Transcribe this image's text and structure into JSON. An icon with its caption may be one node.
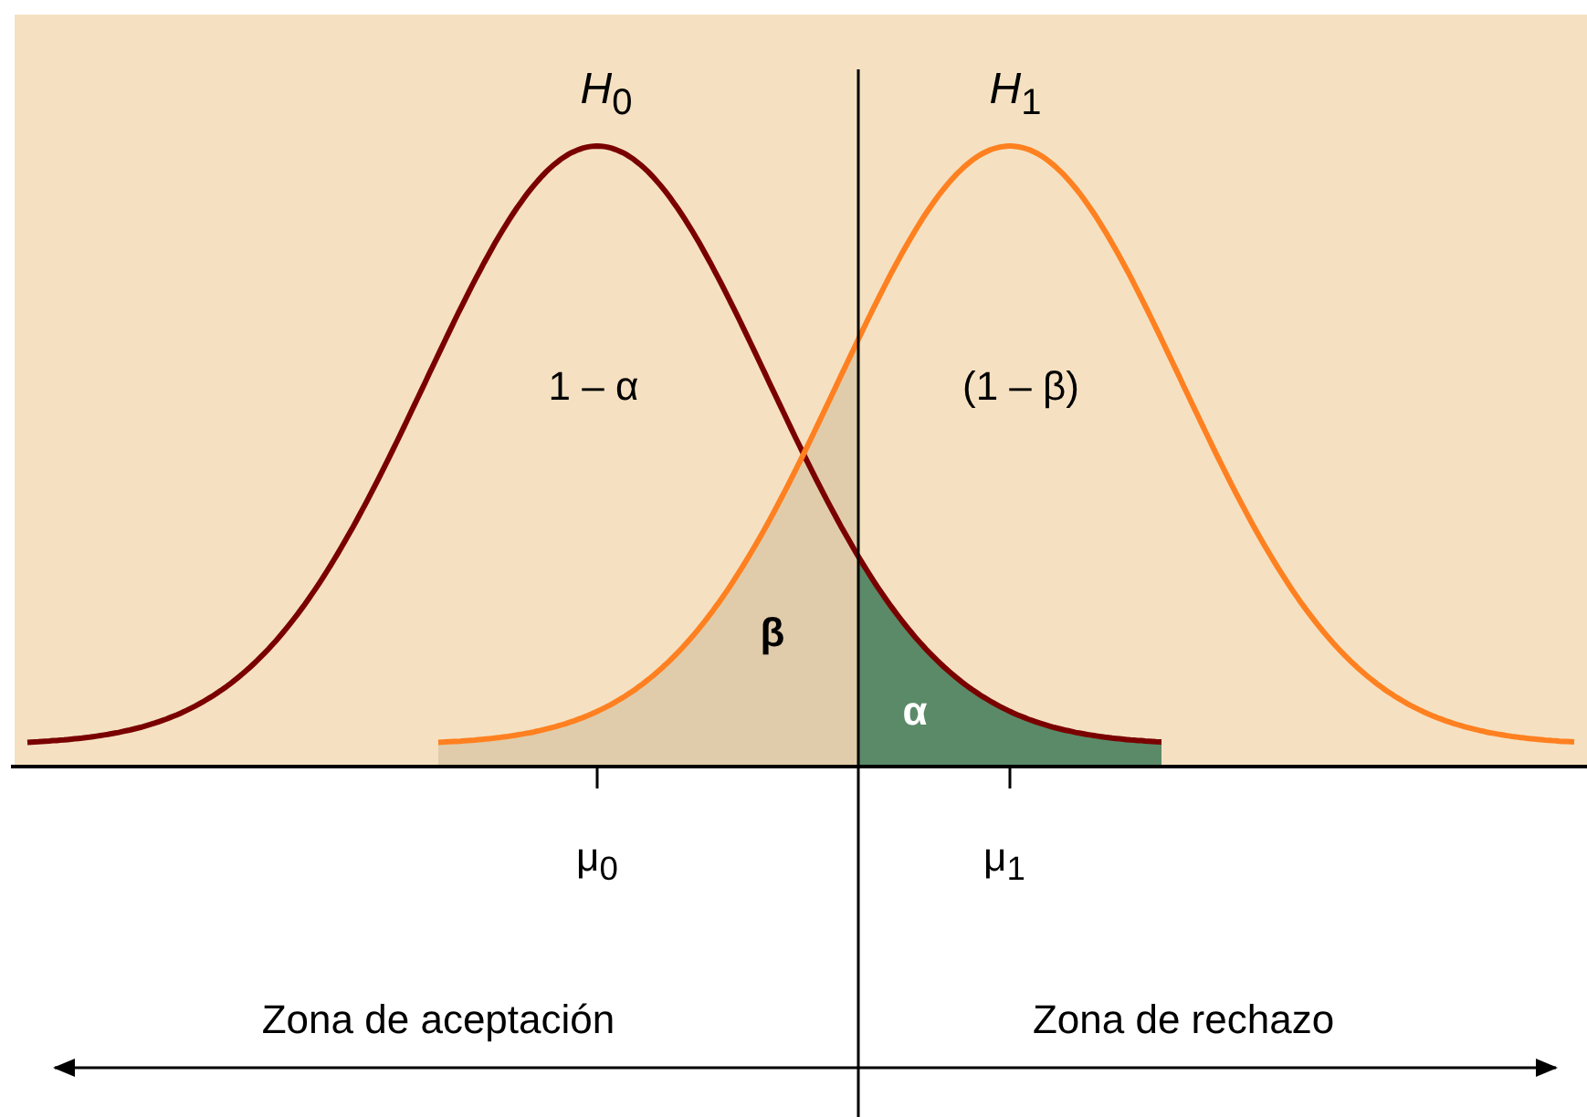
{
  "diagram": {
    "labels": [
      "*H*$_{0}$",
      "*H*$_{1}$",
      "1 – α",
      "(1 – β)",
      "β",
      "α",
      "μ$_{0}$",
      "μ$_{1}$",
      "Zona de aceptación",
      "Zona de rechazo"
    ]
  }
}
